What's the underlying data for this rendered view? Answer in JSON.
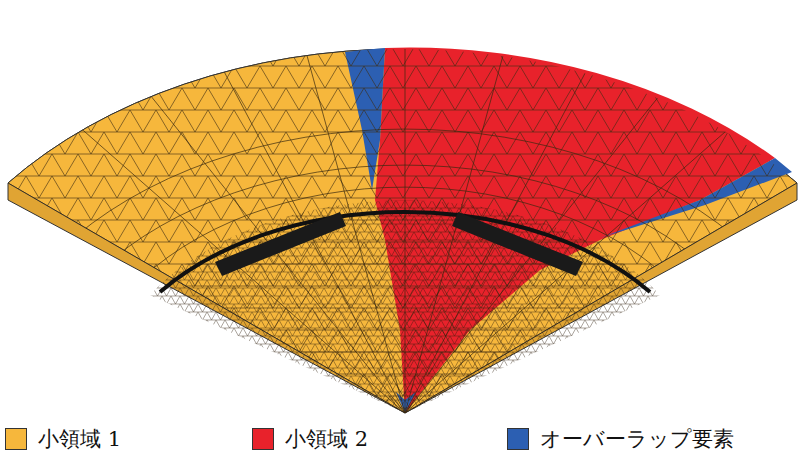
{
  "diagram": {
    "legend": [
      {
        "text": "小領域 1",
        "color": "#f6b73c"
      },
      {
        "text": "小領域 2",
        "color": "#e8222b"
      },
      {
        "text": "オーバーラップ要素",
        "color": "#2c5fb2"
      }
    ]
  }
}
